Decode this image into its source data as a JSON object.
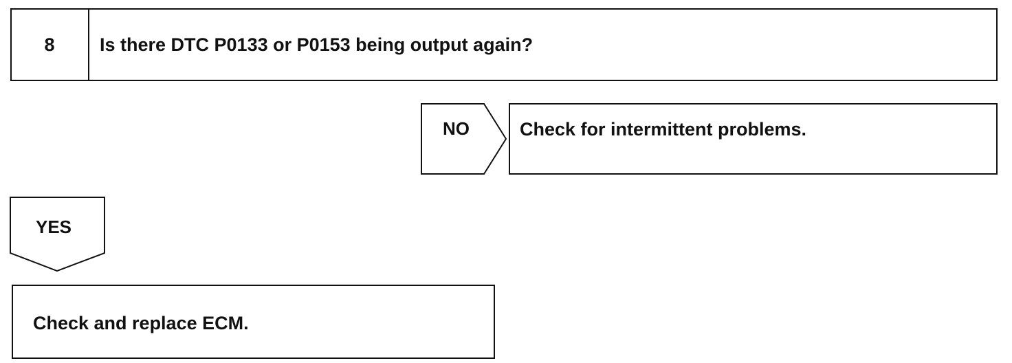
{
  "step": {
    "number": "8",
    "question": "Is there DTC P0133 or P0153 being output again?"
  },
  "branch_no": {
    "label": "NO",
    "result": "Check for intermittent problems."
  },
  "branch_yes": {
    "label": "YES",
    "result": "Check and replace ECM."
  }
}
